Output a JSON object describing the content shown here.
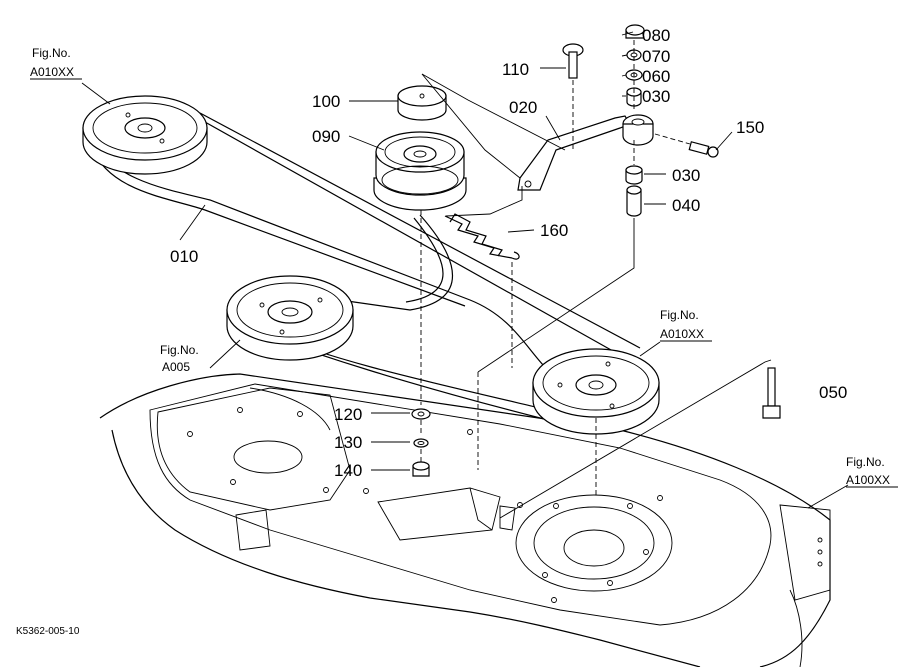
{
  "diagram": {
    "parts": [
      {
        "id": "080"
      },
      {
        "id": "070"
      },
      {
        "id": "060"
      },
      {
        "id": "030"
      },
      {
        "id": "110"
      },
      {
        "id": "100"
      },
      {
        "id": "020"
      },
      {
        "id": "150"
      },
      {
        "id": "090"
      },
      {
        "id": "030"
      },
      {
        "id": "040"
      },
      {
        "id": "160"
      },
      {
        "id": "010"
      },
      {
        "id": "050"
      },
      {
        "id": "120"
      },
      {
        "id": "130"
      },
      {
        "id": "140"
      }
    ],
    "fig_refs": [
      {
        "caption": "Fig.No.",
        "ref": "A010XX"
      },
      {
        "caption": "Fig.No.",
        "ref": "A005"
      },
      {
        "caption": "Fig.No.",
        "ref": "A010XX"
      },
      {
        "caption": "Fig.No.",
        "ref": "A100XX"
      }
    ],
    "drawing_code": "K5362-005-10"
  }
}
